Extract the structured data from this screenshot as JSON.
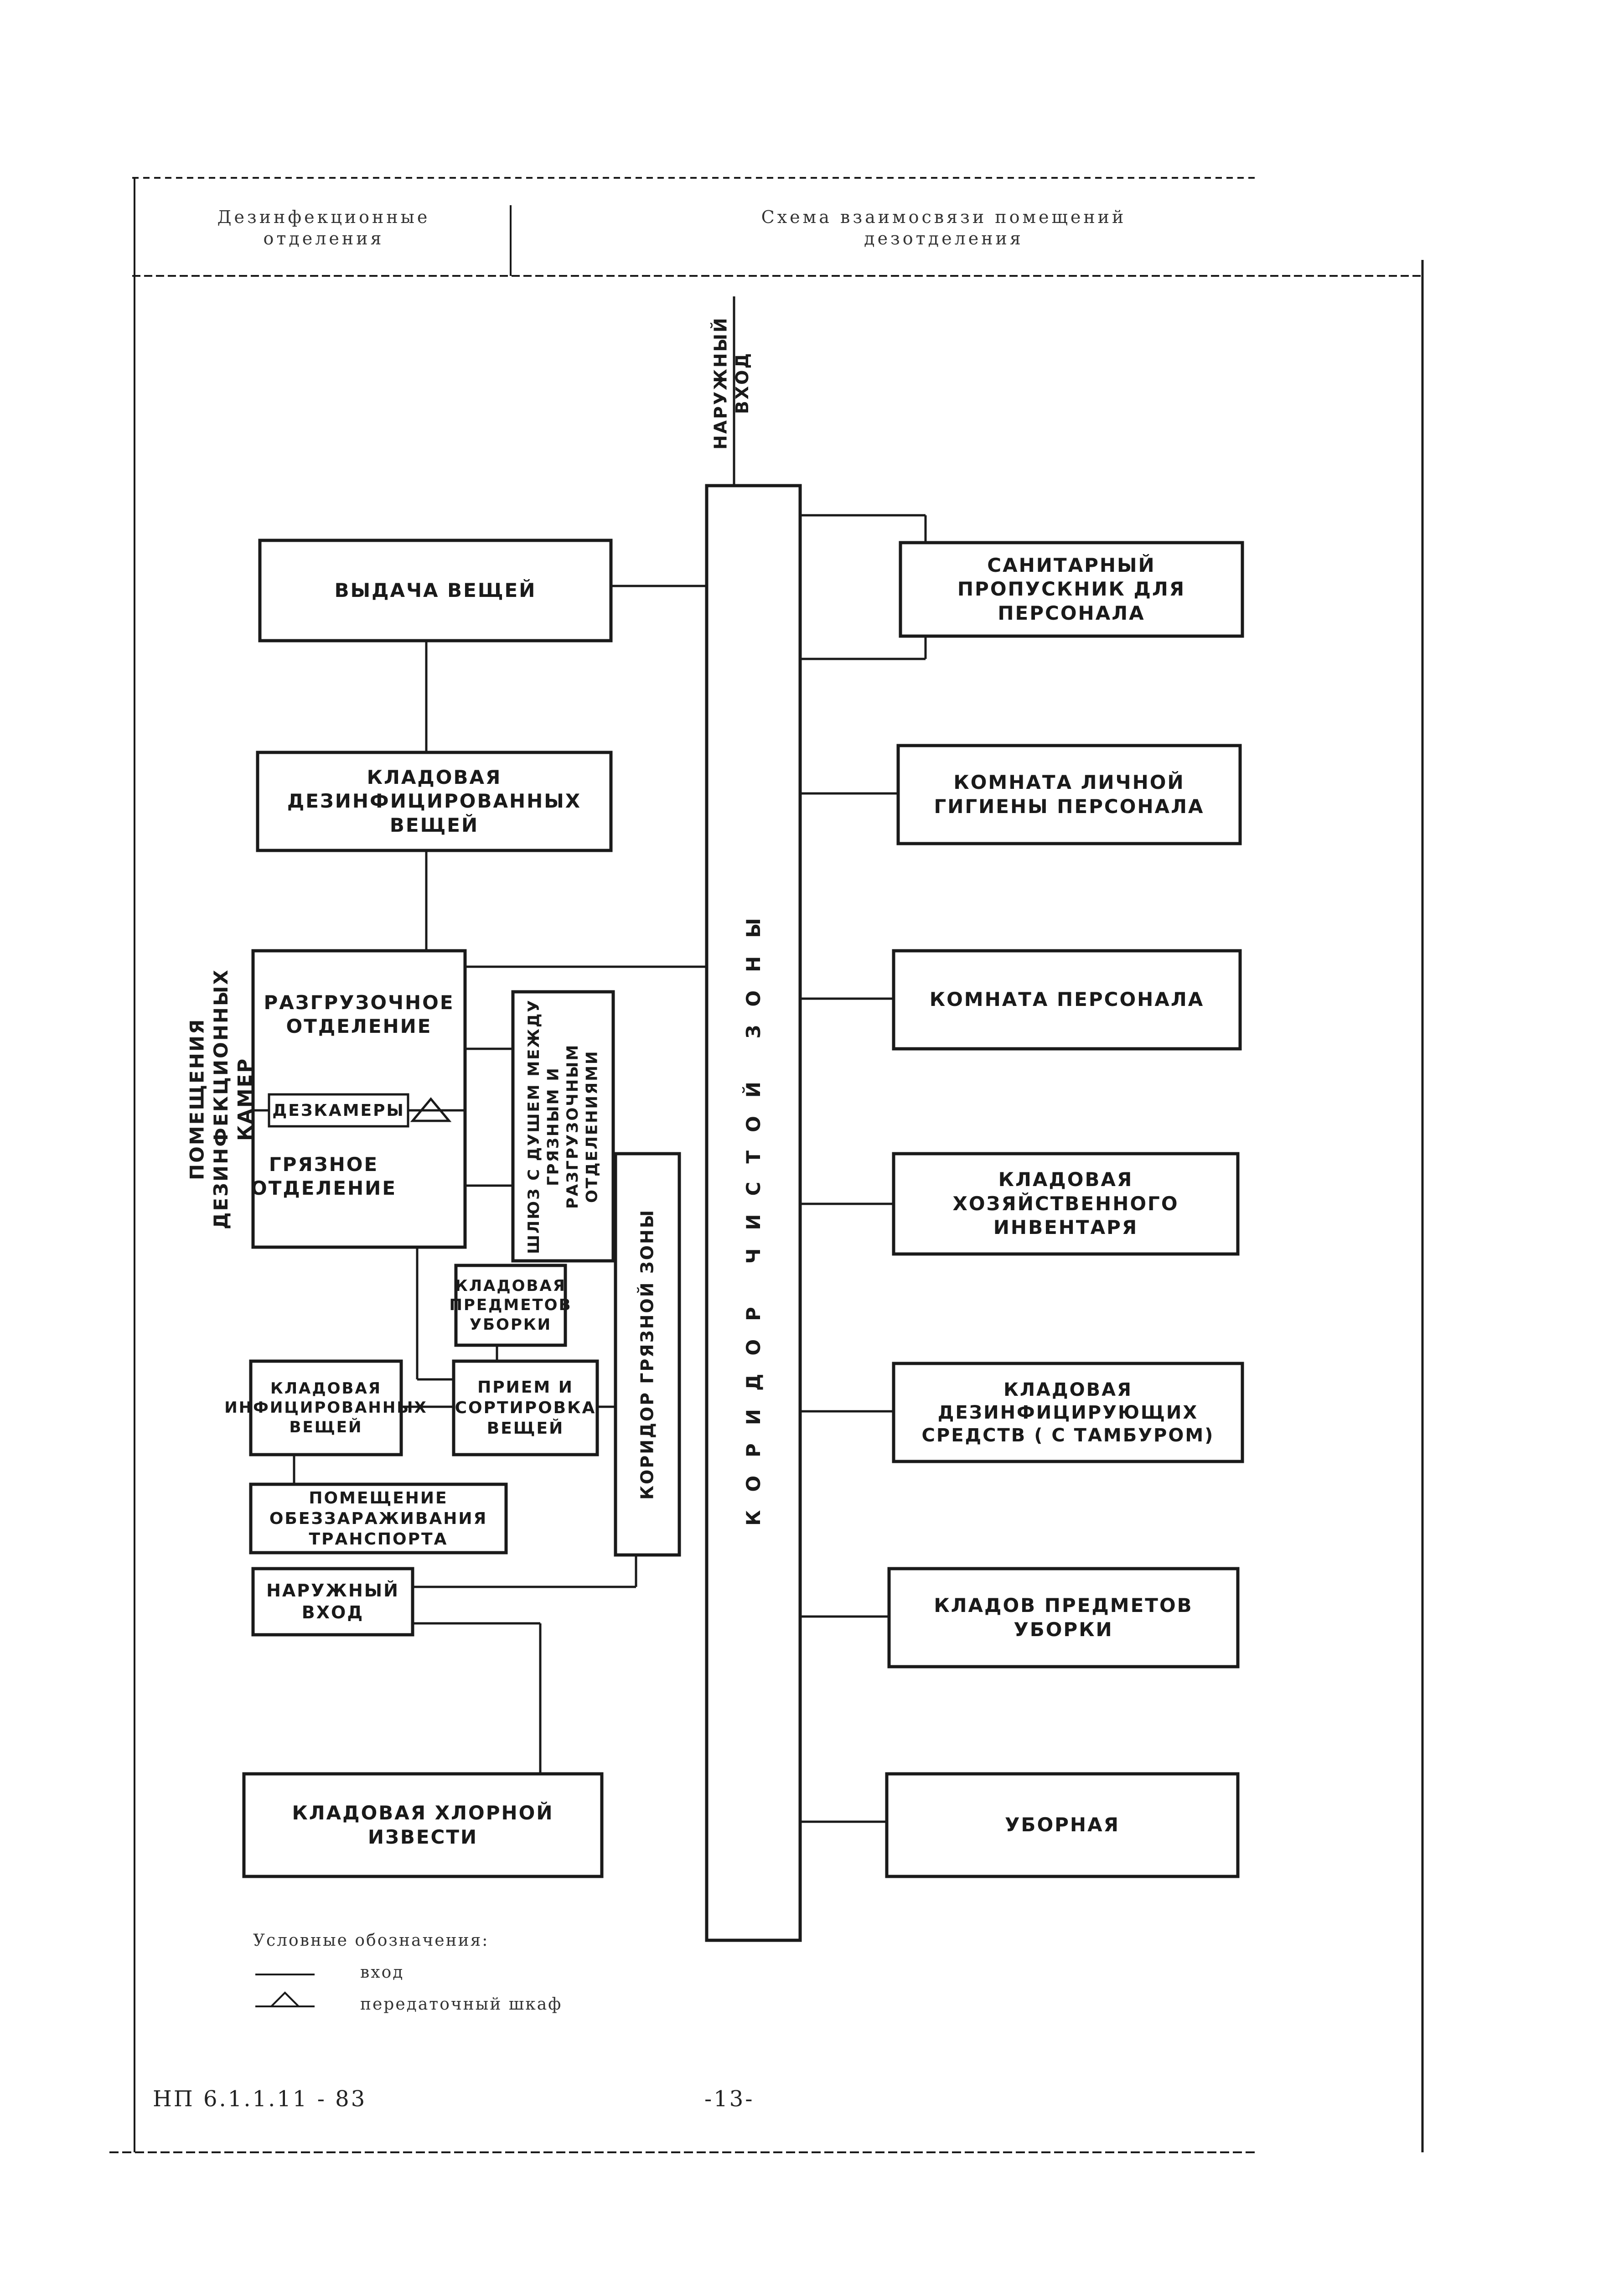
{
  "header": {
    "left": "Дезинфекционные отделения",
    "right": "Схема взаимосвязи помещений дезотделения"
  },
  "rooms": {
    "vydacha": "Выдача вещей",
    "kladovaya_dezinf": "Кладовая дезинфицированных вещей",
    "razgruz": "Разгрузочное отделение",
    "dezkamery": "Дезкамеры",
    "gryaznoe": "Грязное отделение",
    "shlyuz": "Шлюз с душем между грязным и разгрузочным отделениями",
    "kladovaya_uborki_small": "Кладовая предметов уборки",
    "kladovaya_infic": "Кладовая инфицированных вещей",
    "priem": "Прием и сортировка вещей",
    "obezzar": "Помещение обеззараживания транспорта",
    "naruzh_vhod_box": "Наружный вход",
    "kladovaya_izvesti": "Кладовая хлорной извести",
    "san_propusk": "Санитарный пропускник для персонала",
    "komnata_gigieny": "Комната личной гигиены персонала",
    "komnata_personala": "Комната персонала",
    "kladovaya_hoz": "Кладовая хозяйственного инвентаря",
    "kladovaya_dez_sredstv": "Кладовая дезинфицирующих средств ( с тамбуром)",
    "kladov_uborki": "Кладов предметов уборки",
    "ubornaya": "Уборная"
  },
  "labels": {
    "naruzh_vhod_top": "Наружный вход",
    "koridor_chistoy": "Коридор чистой зоны",
    "koridor_gryaznoy": "Коридор грязной зоны",
    "pomeshcheniya_kamer": "Помещения дезинфекционных камер"
  },
  "legend": {
    "title": "Условные обозначения:",
    "line": "вход",
    "triangle": "передаточный шкаф"
  },
  "footer": {
    "code": "НП 6.1.1.11 - 83",
    "page": "-13-"
  },
  "colors": {
    "ink": "#1a1a1a",
    "paper": "#ffffff"
  }
}
